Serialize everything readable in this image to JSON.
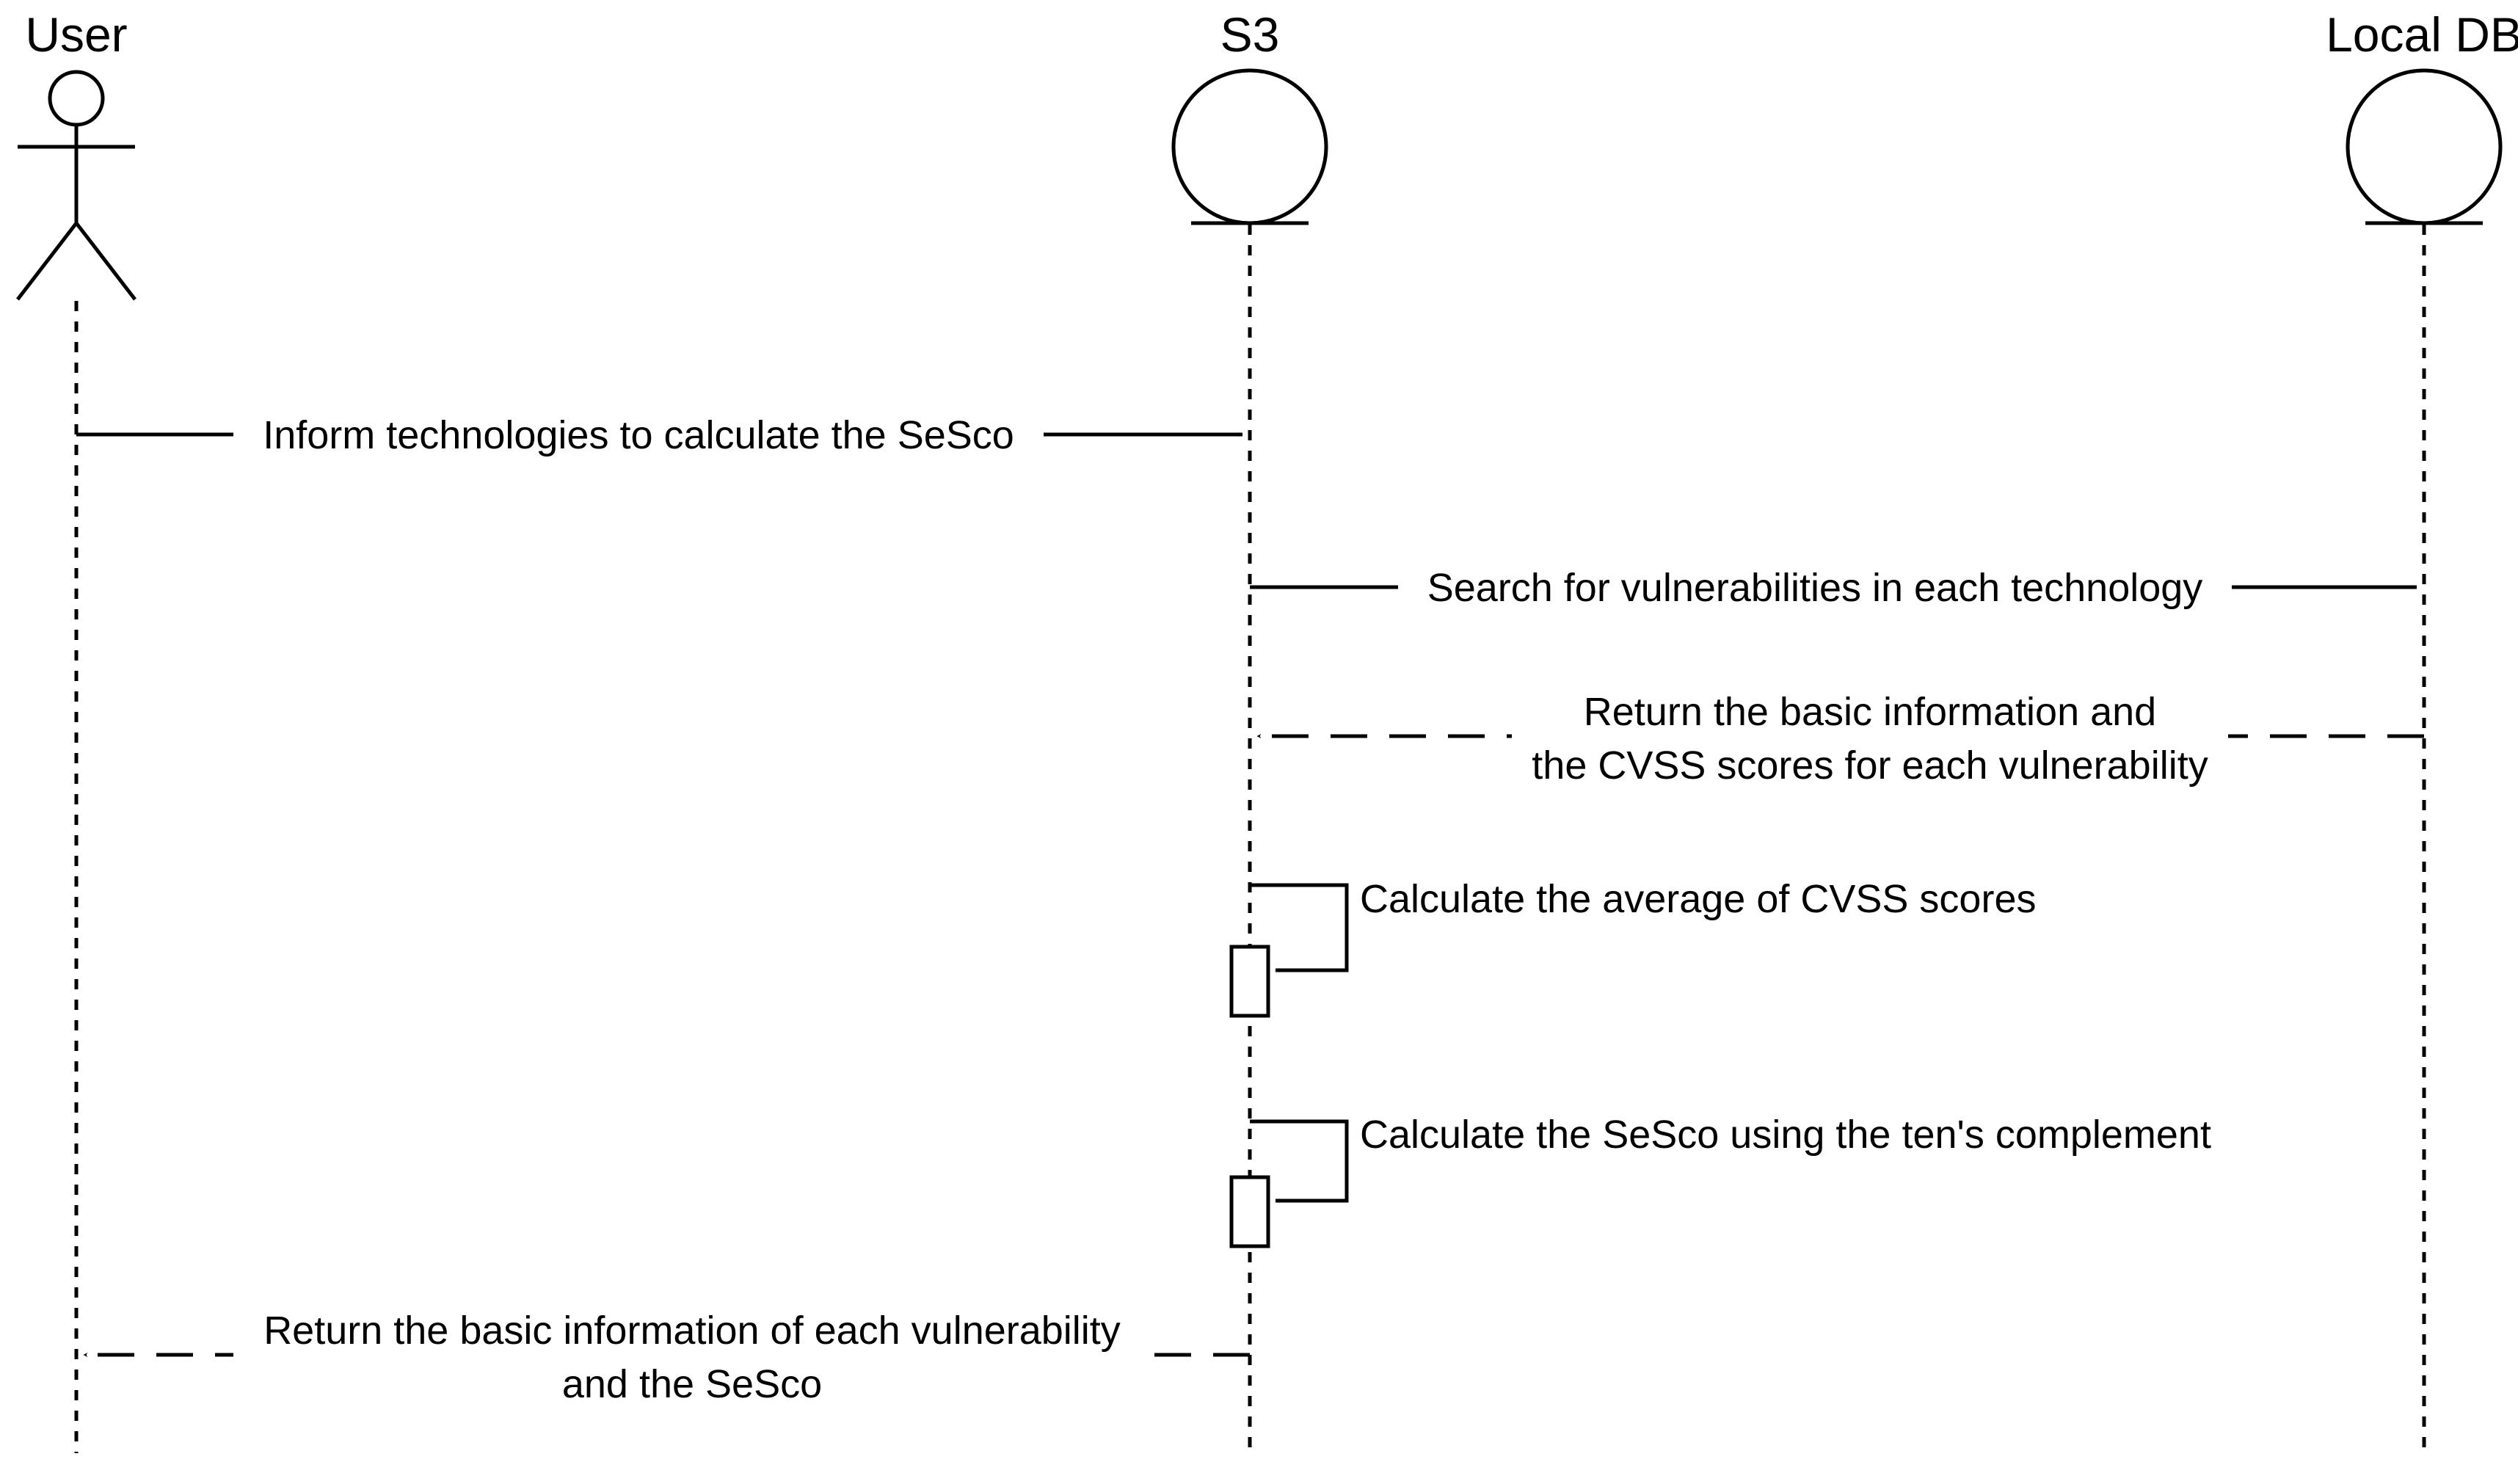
{
  "participants": {
    "user": {
      "label": "User",
      "kind": "actor"
    },
    "s3": {
      "label": "S3",
      "kind": "entity"
    },
    "local_db": {
      "label": "Local DB",
      "kind": "entity"
    }
  },
  "messages": [
    {
      "id": "m1",
      "from": "user",
      "to": "s3",
      "style": "solid",
      "lines": [
        "Inform technologies to calculate the SeSco"
      ]
    },
    {
      "id": "m2",
      "from": "s3",
      "to": "local_db",
      "style": "solid",
      "lines": [
        "Search for vulnerabilities in each technology"
      ]
    },
    {
      "id": "m3",
      "from": "local_db",
      "to": "s3",
      "style": "dashed",
      "lines": [
        "Return the basic information and",
        "the CVSS scores for each vulnerability"
      ]
    },
    {
      "id": "m4",
      "from": "s3",
      "to": "s3",
      "style": "self",
      "lines": [
        "Calculate the average of CVSS scores"
      ]
    },
    {
      "id": "m5",
      "from": "s3",
      "to": "s3",
      "style": "self",
      "lines": [
        "Calculate the SeSco using the ten's complement"
      ]
    },
    {
      "id": "m6",
      "from": "s3",
      "to": "user",
      "style": "dashed",
      "lines": [
        "Return the basic information of each vulnerability",
        "and the SeSco"
      ]
    }
  ]
}
